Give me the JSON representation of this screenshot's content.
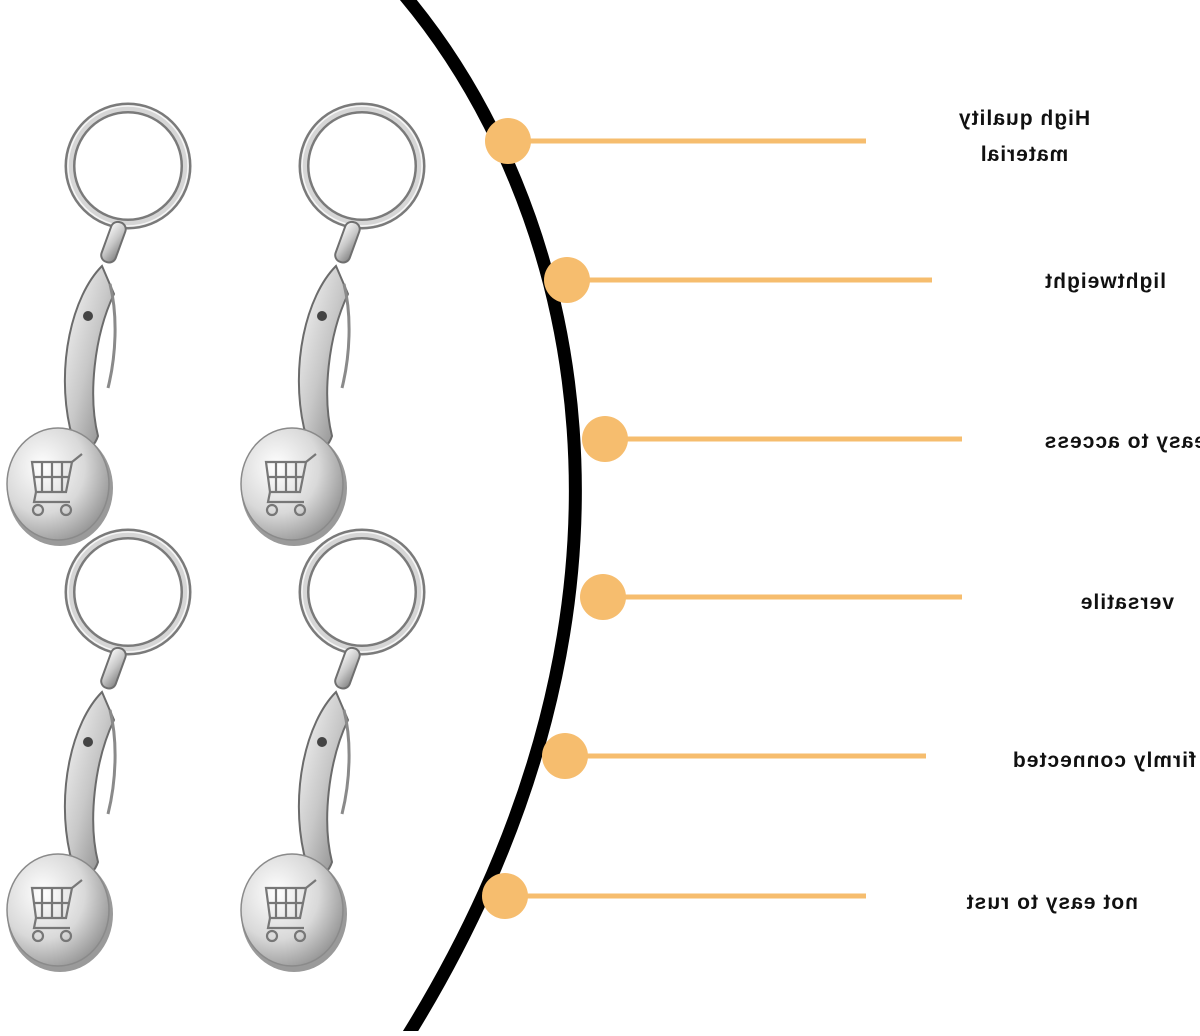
{
  "colors": {
    "background": "#ffffff",
    "arc": "#000000",
    "accent": "#f6bd6e",
    "metal_light": "#f4f4f4",
    "metal_dark": "#8c8c8c"
  },
  "product": {
    "item_name": "shopping trolley token keychain",
    "icon": "shopping-cart-icon",
    "count": 4
  },
  "features": [
    {
      "label": "High quality\nmaterial"
    },
    {
      "label": "lightweight"
    },
    {
      "label": "easy to access"
    },
    {
      "label": "versatile"
    },
    {
      "label": "firmly connected"
    },
    {
      "label": "not easy to rust"
    }
  ]
}
